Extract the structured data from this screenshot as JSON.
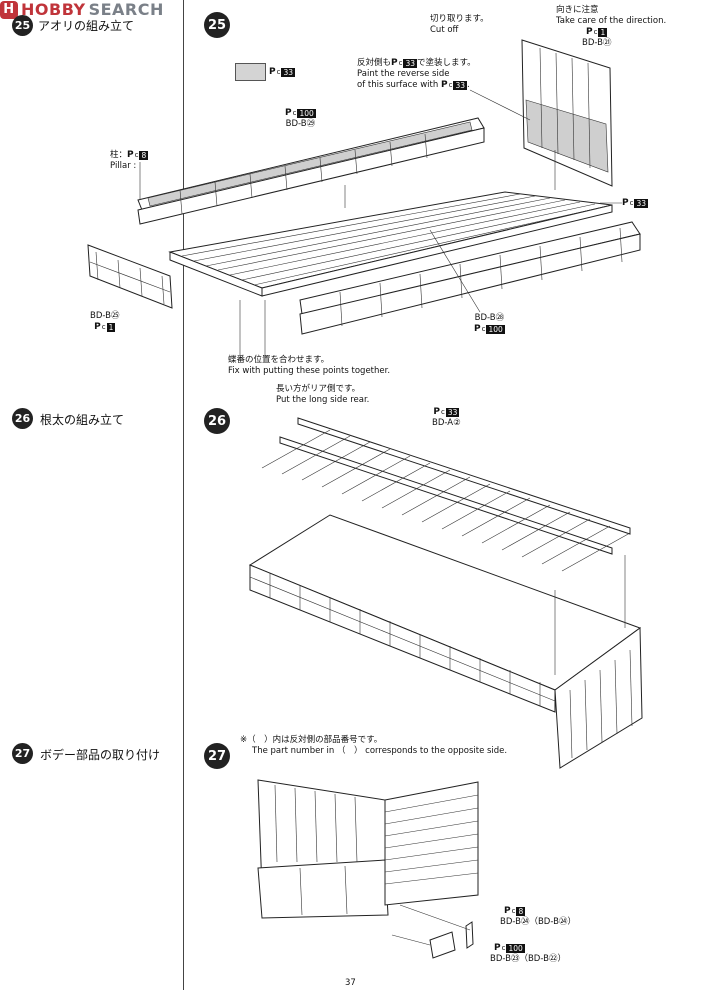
{
  "watermark": {
    "brand": "HOBBY",
    "search": "SEARCH"
  },
  "steps_left": [
    {
      "num": "25",
      "label": "アオリの組み立て"
    },
    {
      "num": "26",
      "label": "根太の組み立て"
    },
    {
      "num": "27",
      "label": "ボデー部品の取り付け"
    }
  ],
  "step25": {
    "num": "25",
    "swatch_code": "33",
    "cut_off_jp": "切り取ります。",
    "cut_off_en": "Cut off",
    "direction_jp": "向きに注意",
    "direction_en": "Take care of the direction.",
    "direction_pc": "1",
    "direction_part": "BD-B㉑",
    "reverse_jp": "反対側も",
    "reverse_code": "33",
    "reverse_jp2": "で塗装します。",
    "reverse_en1": "Paint the reverse side",
    "reverse_en2": "of this surface with",
    "reverse_en_code": "33",
    "top_pc": "100",
    "top_part": "BD-B㉙",
    "pillar_jp": "柱：",
    "pillar_pc": "8",
    "pillar_en": "Pillar :",
    "right_pc": "33",
    "left_part": "BD-B㉕",
    "left_pc": "1",
    "bottom_part": "BD-B㉘",
    "bottom_pc": "100",
    "hinge_jp": "蝶番の位置を合わせます。",
    "hinge_en": "Fix with putting these points together."
  },
  "step26": {
    "num": "26",
    "long_jp": "長い方がリア側です。",
    "long_en": "Put the long side rear.",
    "pc": "33",
    "part": "BD-A②",
    "note_jp": "※（　）内は反対側の部品番号です。",
    "note_en": "The part number in （　） corresponds to the opposite side."
  },
  "step27": {
    "num": "27",
    "pc1": "8",
    "part1": "BD-B㉔（BD-B㉔）",
    "pc2": "100",
    "part2": "BD-B㉓（BD-B㉒）"
  },
  "page_number": "37"
}
